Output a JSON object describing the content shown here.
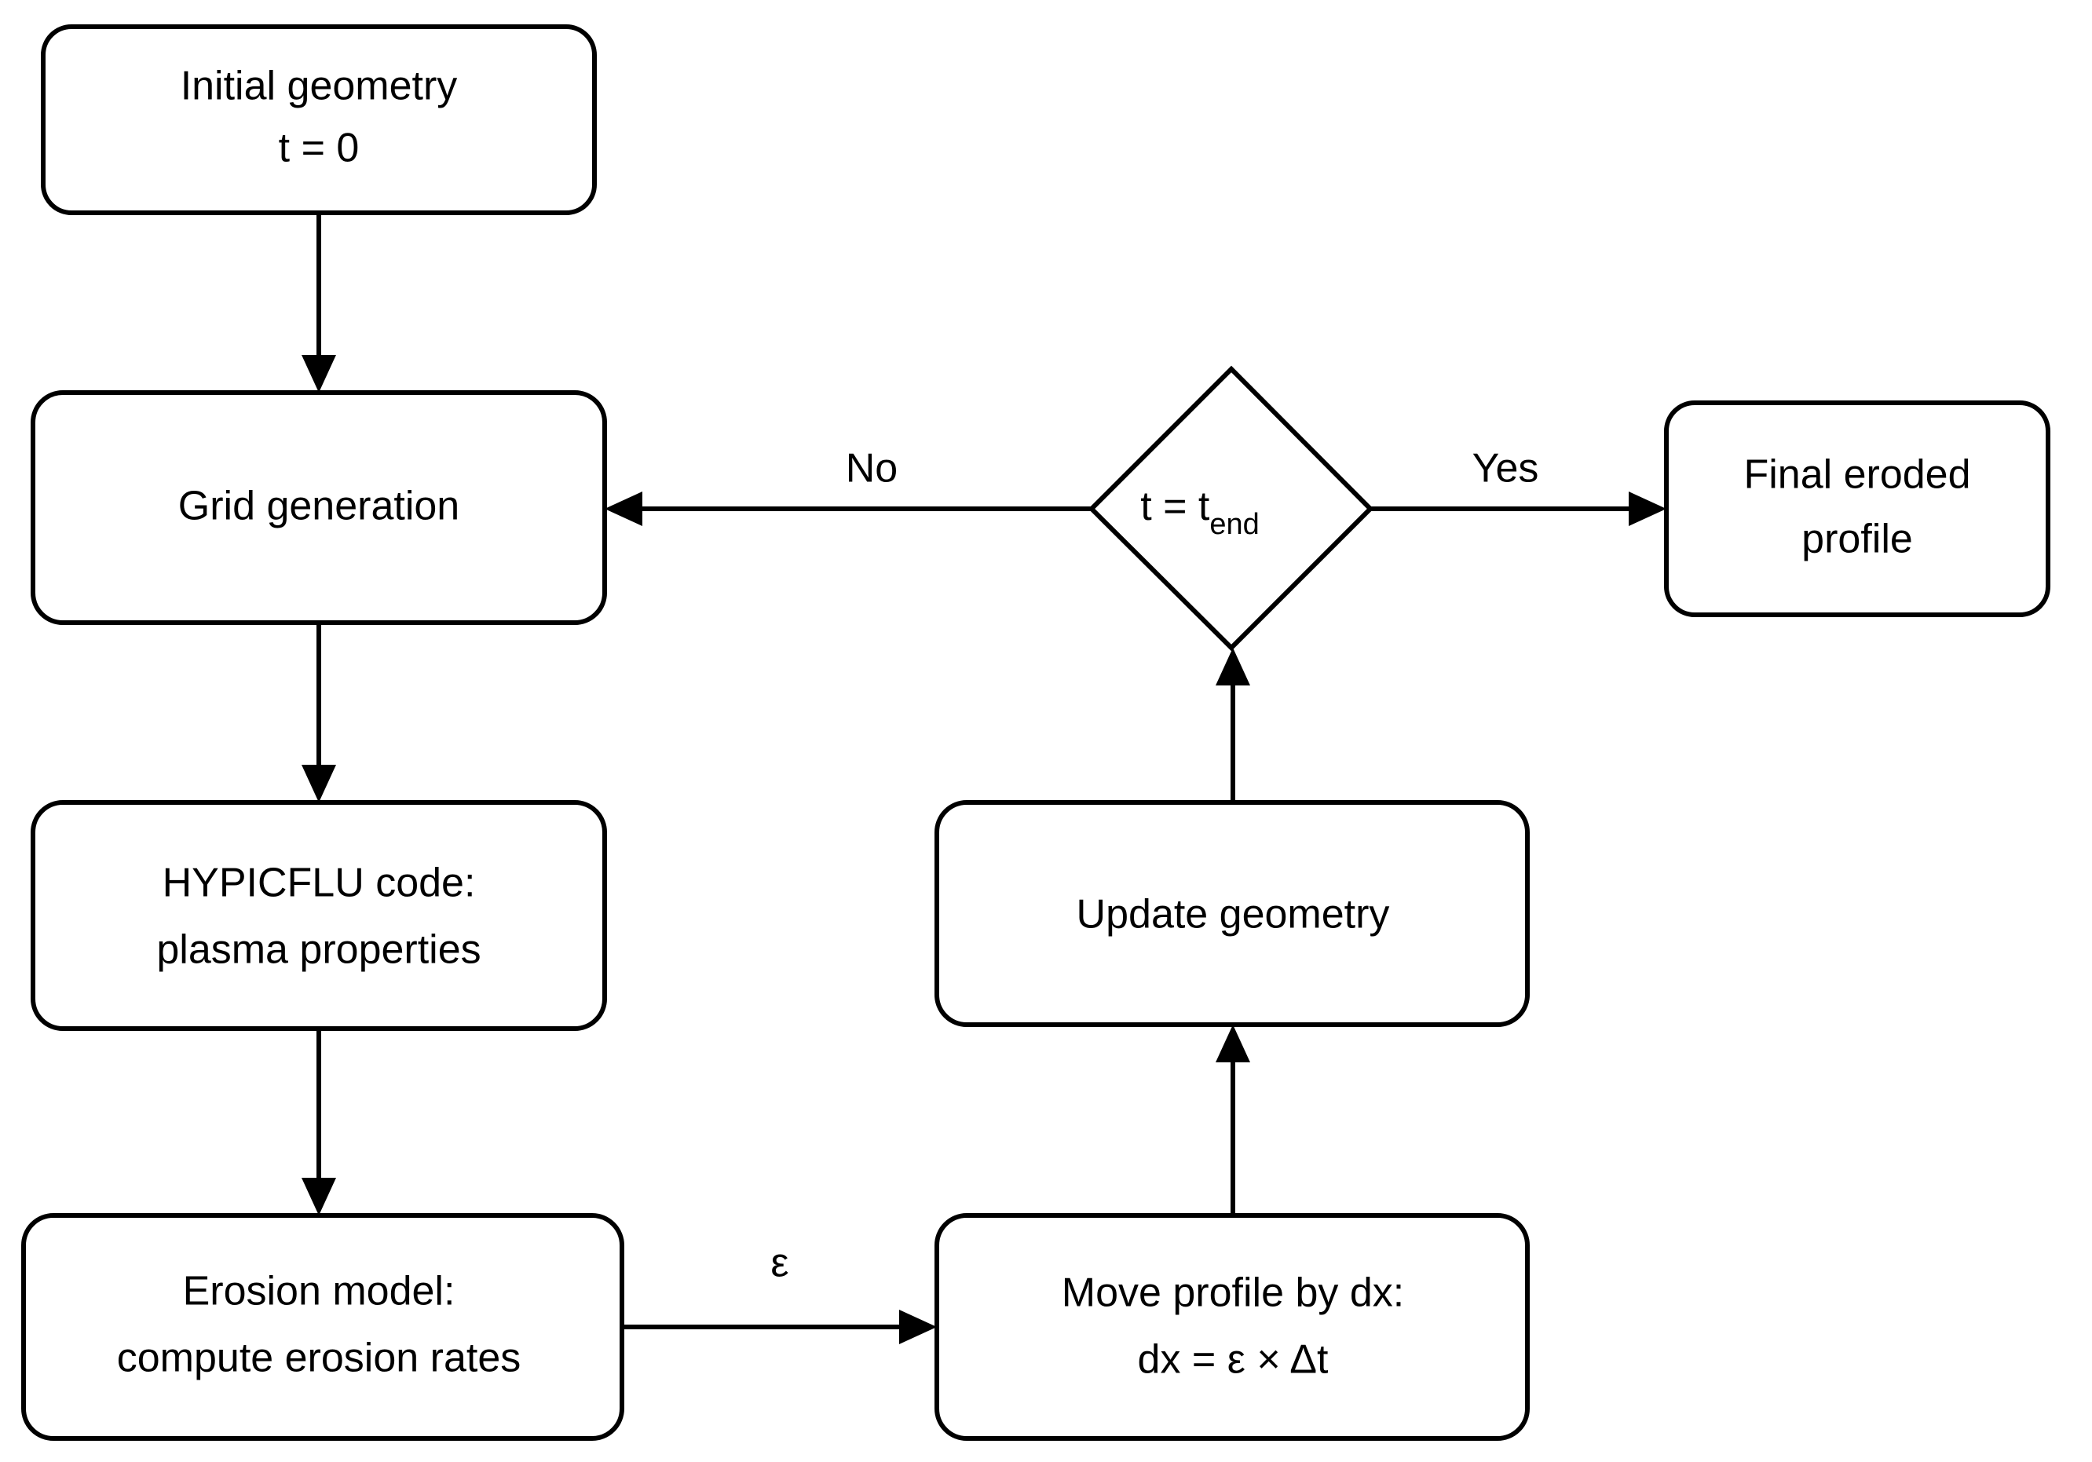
{
  "diagram": {
    "type": "flowchart",
    "title": "",
    "background_color": "#ffffff",
    "stroke_color": "#000000",
    "text_color": "#000000",
    "nodes": [
      {
        "id": "initial-geometry",
        "shape": "rounded-rect",
        "line1": "Initial geometry",
        "line2": "t = 0"
      },
      {
        "id": "grid-generation",
        "shape": "rounded-rect",
        "line1": "Grid generation",
        "line2": ""
      },
      {
        "id": "hypicflu-code",
        "shape": "rounded-rect",
        "line1": "HYPICFLU code:",
        "line2": "plasma properties"
      },
      {
        "id": "erosion-model",
        "shape": "rounded-rect",
        "line1": "Erosion model:",
        "line2": "compute erosion rates"
      },
      {
        "id": "move-profile",
        "shape": "rounded-rect",
        "line1": "Move profile by dx:",
        "line2": "dx = ε × Δt"
      },
      {
        "id": "update-geometry",
        "shape": "rounded-rect",
        "line1": "Update geometry",
        "line2": ""
      },
      {
        "id": "time-check",
        "shape": "diamond",
        "line1": "t = t",
        "subscript": "end"
      },
      {
        "id": "final-eroded-profile",
        "shape": "rounded-rect",
        "line1": "Final eroded",
        "line2": "profile"
      }
    ],
    "edge_labels": {
      "no": "No",
      "yes": "Yes",
      "epsilon": "ε"
    }
  }
}
